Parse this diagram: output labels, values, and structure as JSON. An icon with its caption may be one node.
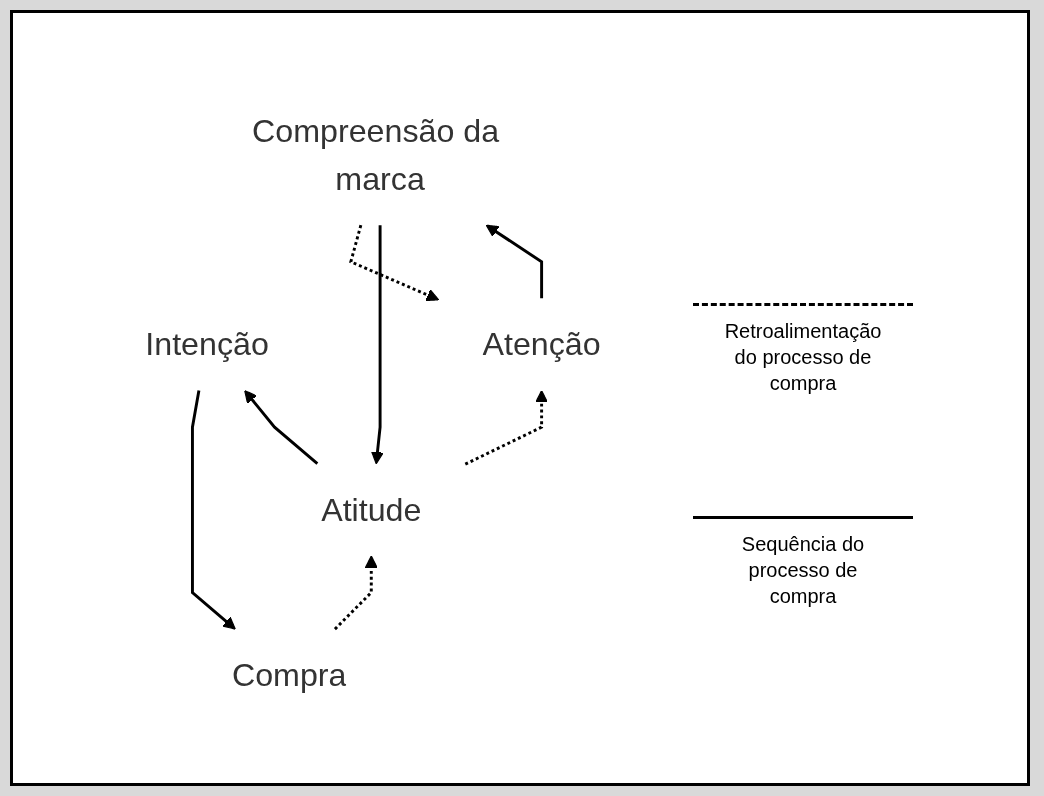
{
  "diagram": {
    "nodes": [
      {
        "text": [
          "Compra"
        ]
      },
      {
        "text": [
          "Intenção"
        ]
      },
      {
        "text": [
          "Atitude"
        ]
      },
      {
        "text": [
          "Compreensão da marca"
        ]
      },
      {
        "text": [
          "Atenção"
        ]
      }
    ],
    "edges": [
      {
        "from": 4,
        "to": 3,
        "arrow": "to"
      },
      {
        "from": 3,
        "to": 2,
        "arrow": "to"
      },
      {
        "from": 2,
        "to": 1,
        "arrow": "to"
      },
      {
        "from": 1,
        "to": 0,
        "arrow": "to"
      },
      {
        "from": 0,
        "to": 2,
        "arrow": "to",
        "style": "dashed"
      },
      {
        "from": 2,
        "to": 4,
        "arrow": "to",
        "style": "dashed"
      },
      {
        "from": 3,
        "to": 4,
        "arrow": "to",
        "style": "dashed"
      }
    ],
    "legend": [
      {
        "text": "Retroalimentação do processo de compra"
      },
      {
        "text": "Sequência do processo de compra"
      }
    ]
  }
}
